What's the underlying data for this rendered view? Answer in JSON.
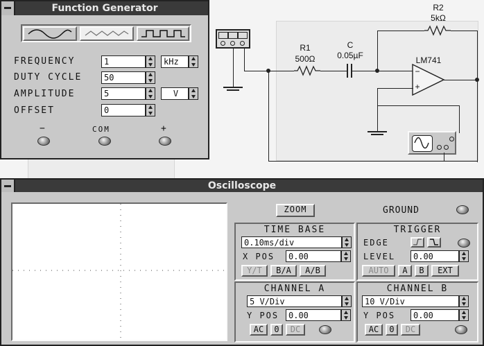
{
  "function_generator": {
    "title": "Function Generator",
    "waveforms": [
      "sine-wave-icon",
      "triangle-wave-icon",
      "square-wave-icon"
    ],
    "frequency": {
      "label": "FREQUENCY",
      "value": "1",
      "unit": "kHz"
    },
    "duty_cycle": {
      "label": "DUTY CYCLE",
      "value": "50"
    },
    "amplitude": {
      "label": "AMPLITUDE",
      "value": "5",
      "unit": "V"
    },
    "offset": {
      "label": "OFFSET",
      "value": "0"
    },
    "terminals": {
      "minus": "−",
      "com": "COM",
      "plus": "+"
    }
  },
  "circuit": {
    "r1_name": "R1",
    "r1_value": "500Ω",
    "c_name": "C",
    "c_value": "0.05µF",
    "r2_name": "R2",
    "r2_value": "5kΩ",
    "opamp_name": "LM741",
    "opamp_minus": "−",
    "opamp_plus": "+"
  },
  "oscilloscope": {
    "title": "Oscilloscope",
    "zoom": "ZOOM",
    "ground": "GROUND",
    "time_base": {
      "title": "TIME BASE",
      "value": "0.10ms/div",
      "xpos_label": "X POS",
      "xpos_value": "0.00",
      "modes": [
        "Y/T",
        "B/A",
        "A/B"
      ]
    },
    "trigger": {
      "title": "TRIGGER",
      "edge_label": "EDGE",
      "level_label": "LEVEL",
      "level_value": "0.00",
      "sources": [
        "AUTO",
        "A",
        "B",
        "EXT"
      ]
    },
    "channel_a": {
      "title": "CHANNEL A",
      "value": "5 V/Div",
      "ypos_label": "Y POS",
      "ypos_value": "0.00",
      "coupling": [
        "AC",
        "0",
        "DC"
      ]
    },
    "channel_b": {
      "title": "CHANNEL B",
      "value": "10 V/Div",
      "ypos_label": "Y POS",
      "ypos_value": "0.00",
      "coupling": [
        "AC",
        "0",
        "DC"
      ]
    }
  },
  "colors": {
    "title_bar": "#3a3a3a",
    "panel": "#c9c9c9",
    "screen": "#ffffff"
  }
}
